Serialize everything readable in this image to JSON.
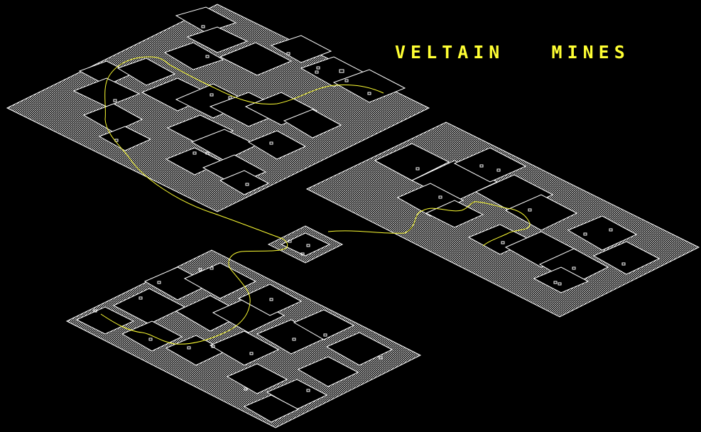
{
  "title": "VELTAIN   MINES",
  "colors": {
    "background": "#000000",
    "floor_hatch": "#d8d8d8",
    "walls": "#ffffff",
    "route": "#ffff33",
    "title": "#ffff33"
  },
  "areas": [
    {
      "name": "north-mine-level"
    },
    {
      "name": "east-mine-level"
    },
    {
      "name": "central-junction"
    },
    {
      "name": "south-mine-level"
    }
  ],
  "route": {
    "name": "travelled-path"
  }
}
